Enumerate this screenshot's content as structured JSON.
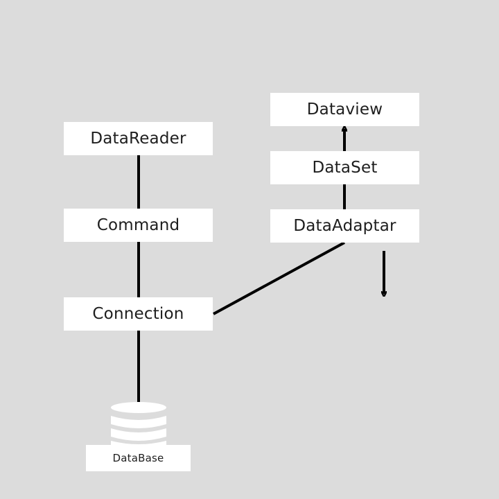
{
  "diagram": {
    "nodes": {
      "datareader": "DataReader",
      "command": "Command",
      "connection": "Connection",
      "dataview": "Dataview",
      "dataset": "DataSet",
      "dataadaptar": "DataAdaptar",
      "database": "DataBase"
    },
    "icons": {
      "database": "database-cylinder-icon"
    },
    "colors": {
      "background": "#dcdcdc",
      "node_fill": "#ffffff",
      "line": "#000000"
    }
  }
}
